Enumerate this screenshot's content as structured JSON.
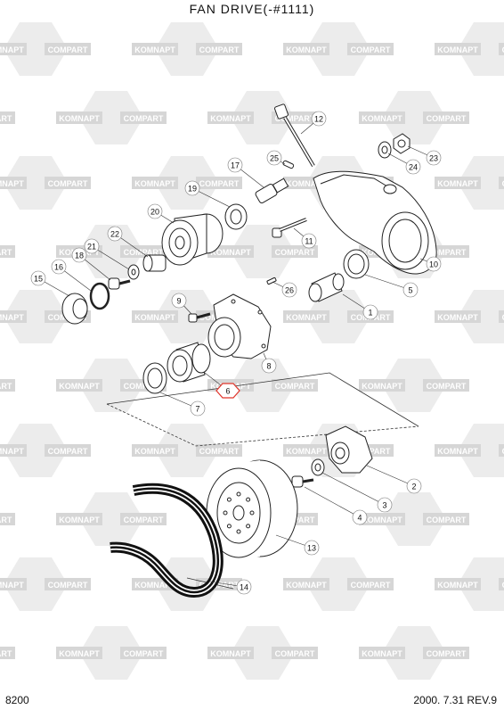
{
  "header": {
    "title": "FAN  DRIVE(-#1111)"
  },
  "footer": {
    "page_code": "8200",
    "revision": "2000. 7.31  REV.9"
  },
  "watermark": {
    "text_a": "KOMNAPT",
    "text_b": "COMPART",
    "color": "#d6d6d6"
  },
  "highlight_color": "#e0352b",
  "callouts": [
    {
      "id": "1",
      "label": "1"
    },
    {
      "id": "2",
      "label": "2"
    },
    {
      "id": "3",
      "label": "3"
    },
    {
      "id": "4",
      "label": "4"
    },
    {
      "id": "5",
      "label": "5"
    },
    {
      "id": "6",
      "label": "6"
    },
    {
      "id": "7",
      "label": "7"
    },
    {
      "id": "8",
      "label": "8"
    },
    {
      "id": "9",
      "label": "9"
    },
    {
      "id": "10",
      "label": "10"
    },
    {
      "id": "11",
      "label": "11"
    },
    {
      "id": "12",
      "label": "12"
    },
    {
      "id": "13",
      "label": "13"
    },
    {
      "id": "14",
      "label": "14"
    },
    {
      "id": "15",
      "label": "15"
    },
    {
      "id": "16",
      "label": "16"
    },
    {
      "id": "17",
      "label": "17"
    },
    {
      "id": "18",
      "label": "18"
    },
    {
      "id": "19",
      "label": "19"
    },
    {
      "id": "20",
      "label": "20"
    },
    {
      "id": "21",
      "label": "21"
    },
    {
      "id": "22",
      "label": "22"
    },
    {
      "id": "23",
      "label": "23"
    },
    {
      "id": "24",
      "label": "24"
    },
    {
      "id": "25",
      "label": "25"
    },
    {
      "id": "26",
      "label": "26"
    }
  ]
}
